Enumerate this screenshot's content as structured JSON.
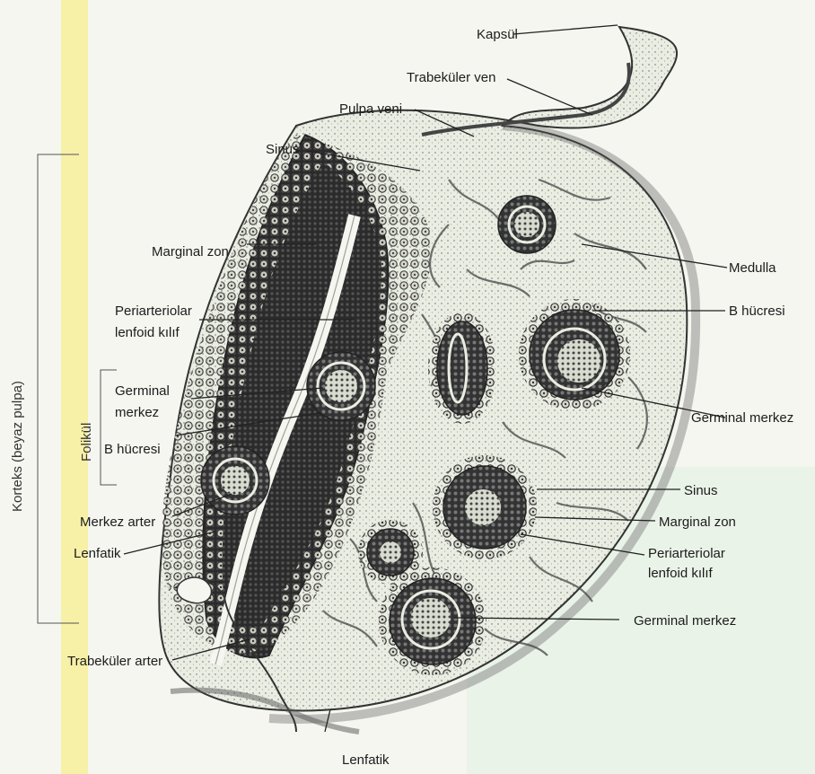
{
  "figure": {
    "labels": {
      "kapsul": "Kapsül",
      "trabekuler_ven": "Trabeküler ven",
      "pulpa_veni": "Pulpa veni",
      "sinus_top": "Sinus",
      "marginal_zon_left": "Marginal zon",
      "periarteriolar_left_1": "Periarteriolar",
      "periarteriolar_left_2": "lenfoid kılıf",
      "germinal_left_1": "Germinal",
      "germinal_left_2": "merkez",
      "b_hucresi_left": "B hücresi",
      "merkez_arter": "Merkez arter",
      "lenfatik_left": "Lenfatik",
      "trabekuler_arter": "Trabeküler arter",
      "lenfatik_bottom": "Lenfatik",
      "medulla": "Medulla",
      "b_hucresi_right": "B hücresi",
      "germinal_merkez_right": "Germinal merkez",
      "sinus_right": "Sinus",
      "marginal_zon_right": "Marginal zon",
      "periarteriolar_right_1": "Periarteriolar",
      "periarteriolar_right_2": "lenfoid kılıf",
      "germinal_merkez_bottom": "Germinal merkez",
      "folikul": "Folikül",
      "korteks": "Korteks (beyaz pulpa)"
    },
    "colors": {
      "background": "#f4f6ef",
      "yellow_band": "#f7ef9a",
      "tissue_fill": "#e8ede0",
      "dense_pulp": "#2a2a2a",
      "follicle": "#3a3a3a",
      "line": "#222222"
    }
  }
}
